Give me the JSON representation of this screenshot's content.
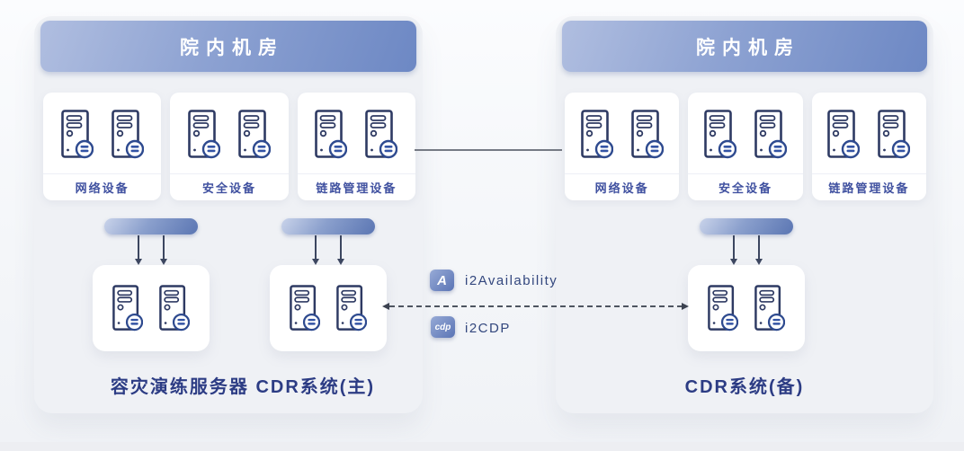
{
  "rooms": {
    "left": {
      "header": "院内机房",
      "device_groups": [
        {
          "label": "网络设备"
        },
        {
          "label": "安全设备"
        },
        {
          "label": "链路管理设备"
        }
      ],
      "caption": "容灾演练服务器 CDR系统(主)"
    },
    "right": {
      "header": "院内机房",
      "device_groups": [
        {
          "label": "网络设备"
        },
        {
          "label": "安全设备"
        },
        {
          "label": "链路管理设备"
        }
      ],
      "caption": "CDR系统(备)"
    }
  },
  "links": {
    "availability": {
      "badge": "A",
      "label": "i2Availability"
    },
    "cdp": {
      "badge": "cdp",
      "label": "i2CDP"
    }
  },
  "colors": {
    "header_gradient_start": "#b0bee0",
    "header_gradient_end": "#6d88c4",
    "panel_background": "#eff1f5",
    "device_label_blue": "#4051a0",
    "caption_blue": "#2c3c84",
    "server_outline": "#2e3a63",
    "badge_blue": "#5a74b5",
    "dashed_line": "#4e5560"
  }
}
